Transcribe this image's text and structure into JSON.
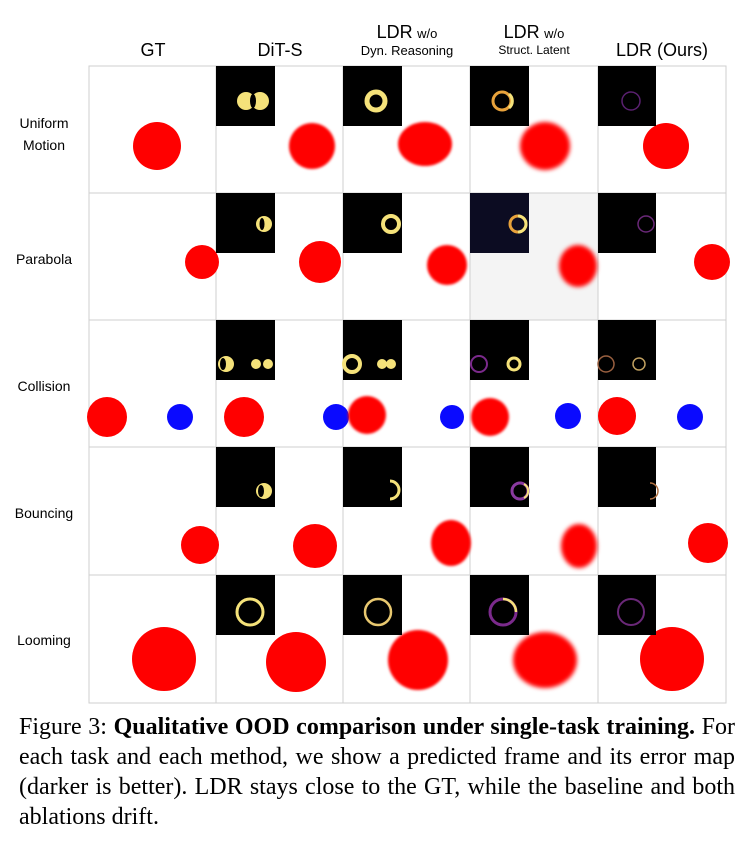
{
  "columns": [
    {
      "label": "GT",
      "sub": ""
    },
    {
      "label": "DiT-S",
      "sub": ""
    },
    {
      "label": "LDR",
      "label_suffix": "w/o",
      "sub": "Dyn. Reasoning"
    },
    {
      "label": "LDR",
      "label_suffix": "w/o",
      "sub": "Struct. Latent"
    },
    {
      "label": "LDR (Ours)",
      "sub": ""
    }
  ],
  "rows": [
    {
      "line1": "Uniform",
      "line2": "Motion"
    },
    {
      "line1": "Parabola",
      "line2": ""
    },
    {
      "line1": "Collision",
      "line2": ""
    },
    {
      "line1": "Bouncing",
      "line2": ""
    },
    {
      "line1": "Looming",
      "line2": ""
    }
  ],
  "colors": {
    "ball_red": "#ff0000",
    "ball_blue": "#0a0aff",
    "error_bg": "#000000",
    "error_ring": "#f5e27a",
    "error_ring_purple": "#7b2a8c"
  },
  "caption": {
    "prefix": "Figure 3: ",
    "bold": "Qualitative OOD comparison under single-task training.",
    "text": " For each task and each method, we show a predicted frame and its error map (darker is better). LDR stays close to the GT, while the baseline and both ablations drift."
  }
}
